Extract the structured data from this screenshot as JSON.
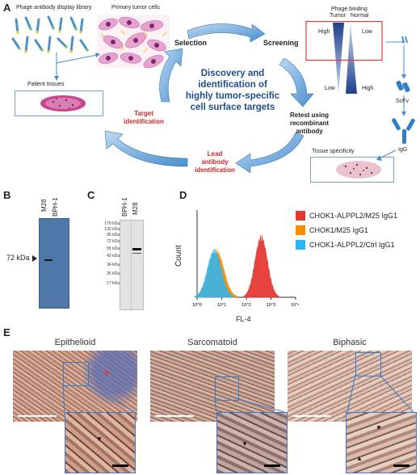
{
  "panels": {
    "a": "A",
    "b": "B",
    "c": "C",
    "d": "D",
    "e": "E"
  },
  "workflow": {
    "library_label": "Phage antibody display library",
    "primary_cells_label": "Primary tumor cells",
    "selection_label": "Selection",
    "screening_label": "Screening",
    "patient_tissues_label": "Patient tissues",
    "center_text_line1": "Discovery and",
    "center_text_line2": "identification of",
    "center_text_line3": "highly tumor-specific",
    "center_text_line4": "cell surface targets",
    "target_id_line1": "Target",
    "target_id_line2": "identification",
    "retest_line1": "Retest using",
    "retest_line2": "recombinant",
    "retest_line3": "antibody",
    "lead_line1": "Lead",
    "lead_line2": "antibody",
    "lead_line3": "identification",
    "tissue_specificity_label": "Tissue specificity",
    "phage_binding_label": "Phage binding",
    "tumor_label": "Tumor",
    "normal_label": "Normal",
    "high_left": "High",
    "low_right": "Low",
    "low_left": "Low",
    "high_right": "High",
    "scfv_label": "ScFv",
    "igg_label": "IgG"
  },
  "panel_b": {
    "lane1": "M28",
    "lane2": "BPH-1",
    "marker": "72 kDa"
  },
  "panel_c": {
    "lane1": "BPH-1",
    "lane2": "M28",
    "ladder": [
      "170 kDa",
      "130 kDa",
      "95 kDa",
      "72 kDa",
      "55 kDa",
      "43 kDa",
      "34 kDa",
      "26 kDa",
      "17 kDa"
    ]
  },
  "chart_data": {
    "type": "area",
    "xlabel": "FL-4",
    "ylabel": "Count",
    "x_ticks": [
      "10^0",
      "10^1",
      "10^2",
      "10^3",
      "10^4"
    ],
    "x_scale": "log",
    "series": [
      {
        "name": "CHOK1-ALPPL2/M25 IgG1",
        "color": "#e53935",
        "peak_x": 400
      },
      {
        "name": "CHOK1/M25 IgG1",
        "color": "#fb8c00",
        "peak_x": 6
      },
      {
        "name": "CHOK1-ALPPL2/Ctrl IgG1",
        "color": "#29b6f6",
        "peak_x": 5
      }
    ],
    "legend_position": "right"
  },
  "panel_e": {
    "titles": [
      "Epithelioid",
      "Sarcomatoid",
      "Biphasic"
    ]
  }
}
